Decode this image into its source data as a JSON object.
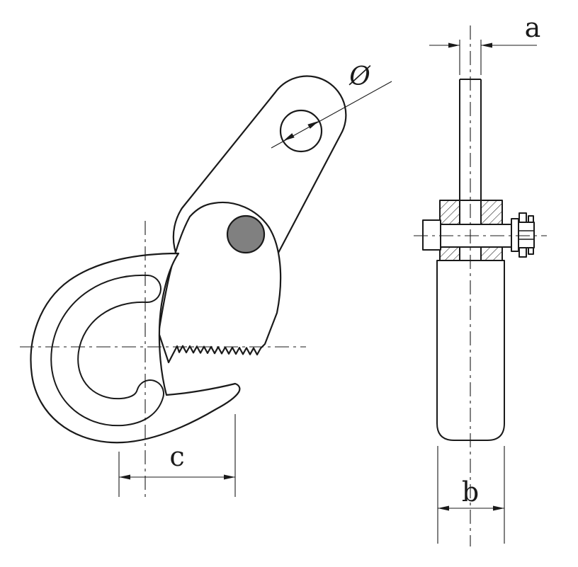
{
  "drawing": {
    "labels": {
      "diameter": "Ø",
      "dim_a": "a",
      "dim_b": "b",
      "dim_c": "c"
    },
    "colors": {
      "line_color": "#1a1a1a",
      "pin_fill": "#808080",
      "background": "#ffffff"
    }
  }
}
